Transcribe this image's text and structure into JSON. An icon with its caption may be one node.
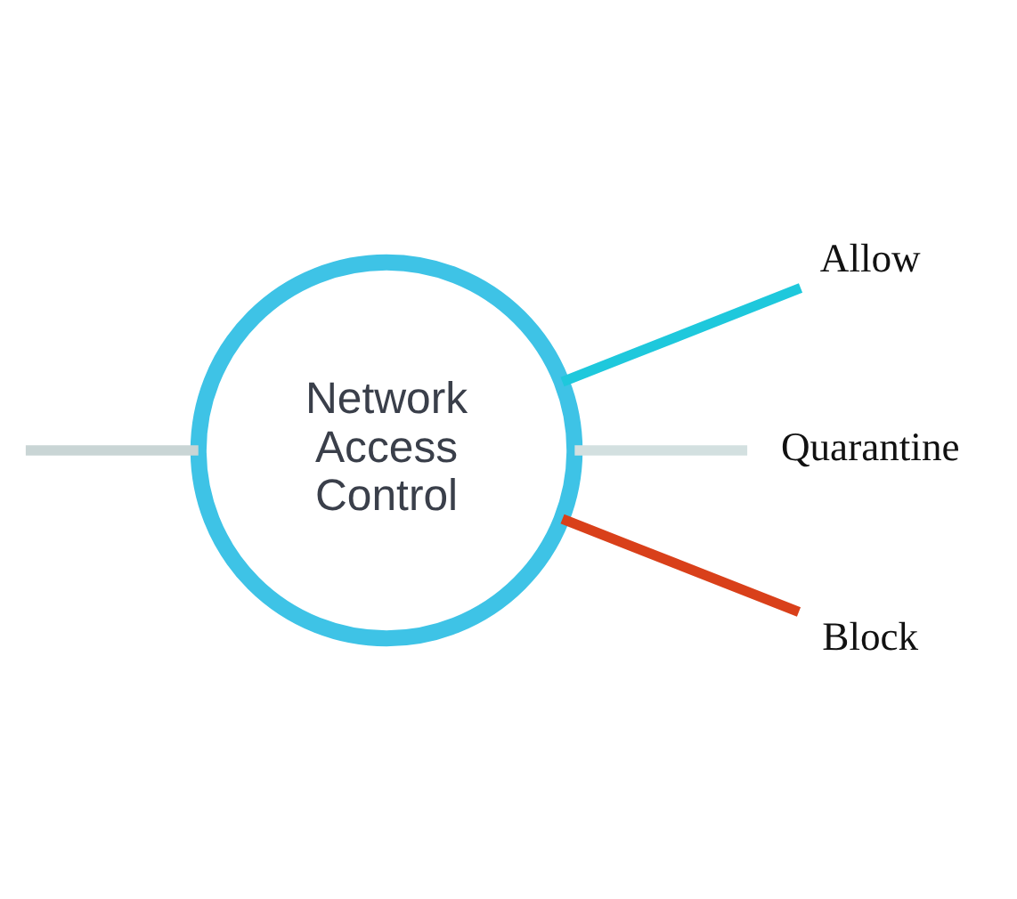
{
  "diagram": {
    "nodes": [
      {
        "text": [
          "Network Access Control"
        ]
      },
      {
        "text": [
          "Allow"
        ]
      },
      {
        "text": [
          "Quarantine"
        ]
      },
      {
        "text": [
          "Block"
        ]
      }
    ],
    "edges": [
      {
        "from": null,
        "to": 0,
        "arrow": "none",
        "color": "#c9d5d5"
      },
      {
        "from": 0,
        "to": 1,
        "arrow": "none",
        "color": "#1ec8dc"
      },
      {
        "from": 0,
        "to": 2,
        "arrow": "none",
        "color": "#d3e0e0"
      },
      {
        "from": 0,
        "to": 3,
        "arrow": "none",
        "color": "#d9401a"
      }
    ]
  }
}
